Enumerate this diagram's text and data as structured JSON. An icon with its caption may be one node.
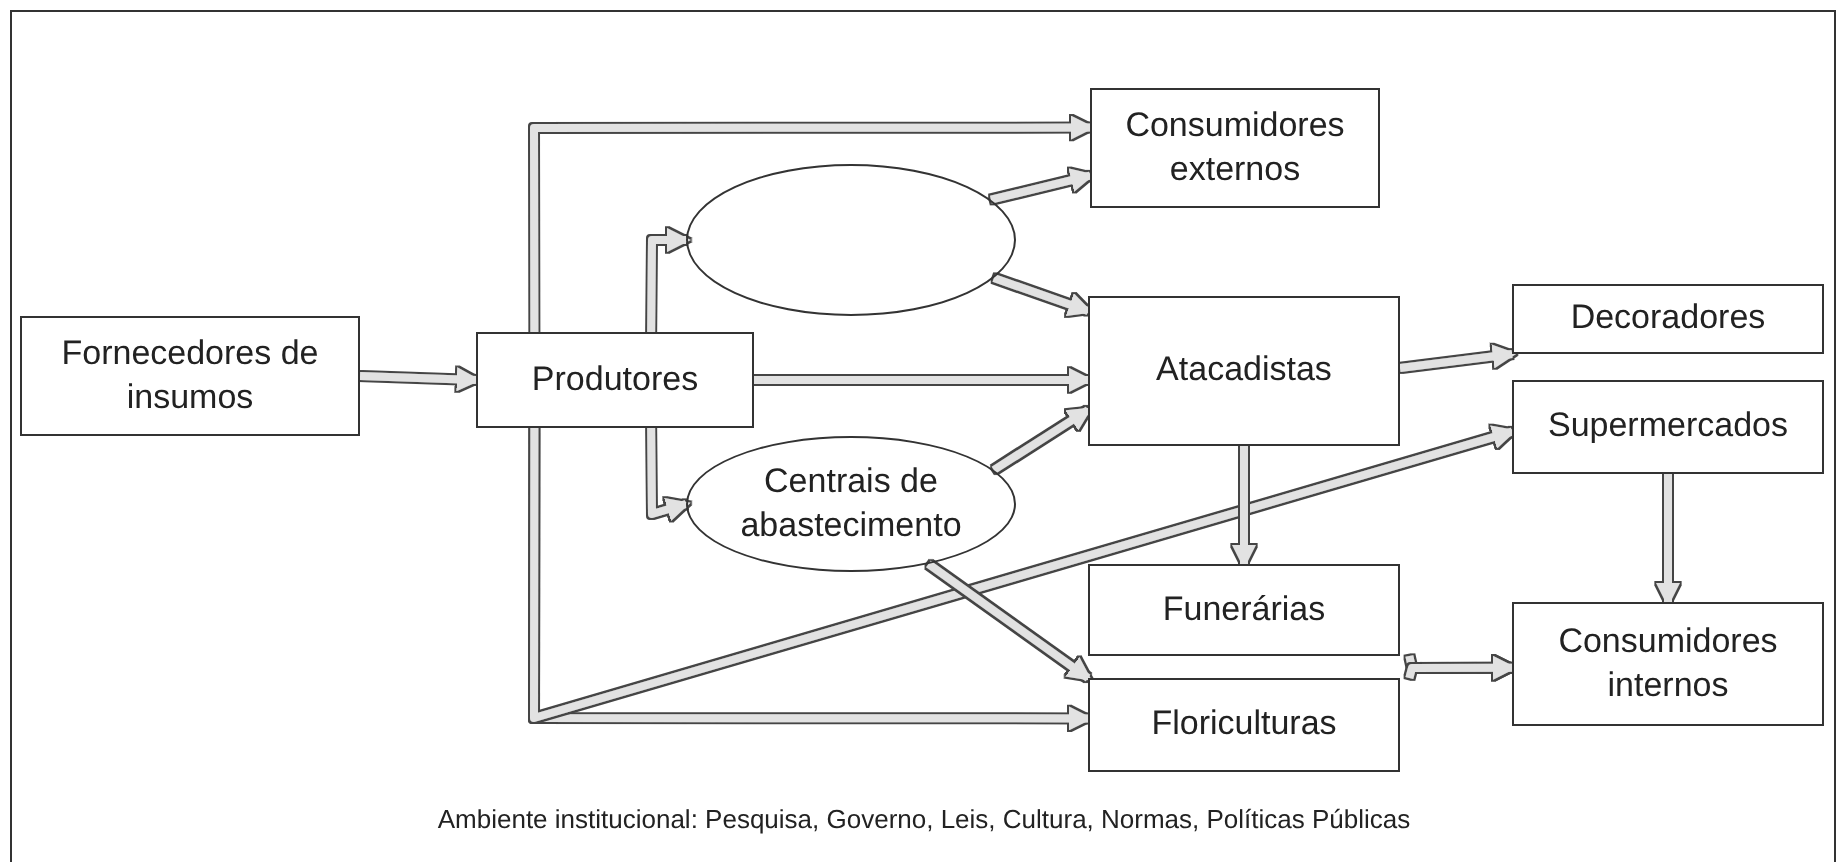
{
  "diagram": {
    "nodes": [
      {
        "text": [
          "Fornecedores de insumos"
        ]
      },
      {
        "text": [
          "Produtores"
        ]
      },
      {
        "text": [],
        "shape": "ellipse"
      },
      {
        "text": [
          "Centrais de abastecimento"
        ]
      },
      {
        "text": [
          "Consumidores externos"
        ]
      },
      {
        "text": [
          "Atacadistas"
        ]
      },
      {
        "text": [
          "Decoradores"
        ]
      },
      {
        "text": [
          "Supermercados"
        ]
      },
      {
        "text": [
          "Funerárias"
        ]
      },
      {
        "text": [
          "Floriculturas"
        ]
      },
      {
        "text": [
          "Consumidores internos"
        ]
      }
    ],
    "edges": [
      {
        "from": 0,
        "to": 1,
        "arrow": "to"
      },
      {
        "from": 1,
        "to": 4,
        "arrow": "to"
      },
      {
        "from": 1,
        "to": 2,
        "arrow": "to"
      },
      {
        "from": 1,
        "to": 5,
        "arrow": "to"
      },
      {
        "from": 1,
        "to": 3,
        "arrow": "to"
      },
      {
        "from": 1,
        "to": 9,
        "arrow": "to"
      },
      {
        "from": 1,
        "to": 7,
        "arrow": "to"
      },
      {
        "from": 2,
        "to": 4,
        "arrow": "to"
      },
      {
        "from": 2,
        "to": 5,
        "arrow": "to"
      },
      {
        "from": 3,
        "to": 5,
        "arrow": "to"
      },
      {
        "from": 3,
        "to": 9,
        "arrow": "to"
      },
      {
        "from": 5,
        "to": 8,
        "arrow": "to"
      },
      {
        "from": 5,
        "to": 6,
        "arrow": "to"
      },
      {
        "from": 7,
        "to": 10,
        "arrow": "to"
      },
      {
        "from": 8,
        "to": 10,
        "arrow": "to"
      },
      {
        "from": 9,
        "to": 10,
        "arrow": "to"
      }
    ],
    "labels": [
      "Ambiente institucional: Pesquisa, Governo, Leis, Cultura, Normas, Políticas Públicas"
    ]
  }
}
